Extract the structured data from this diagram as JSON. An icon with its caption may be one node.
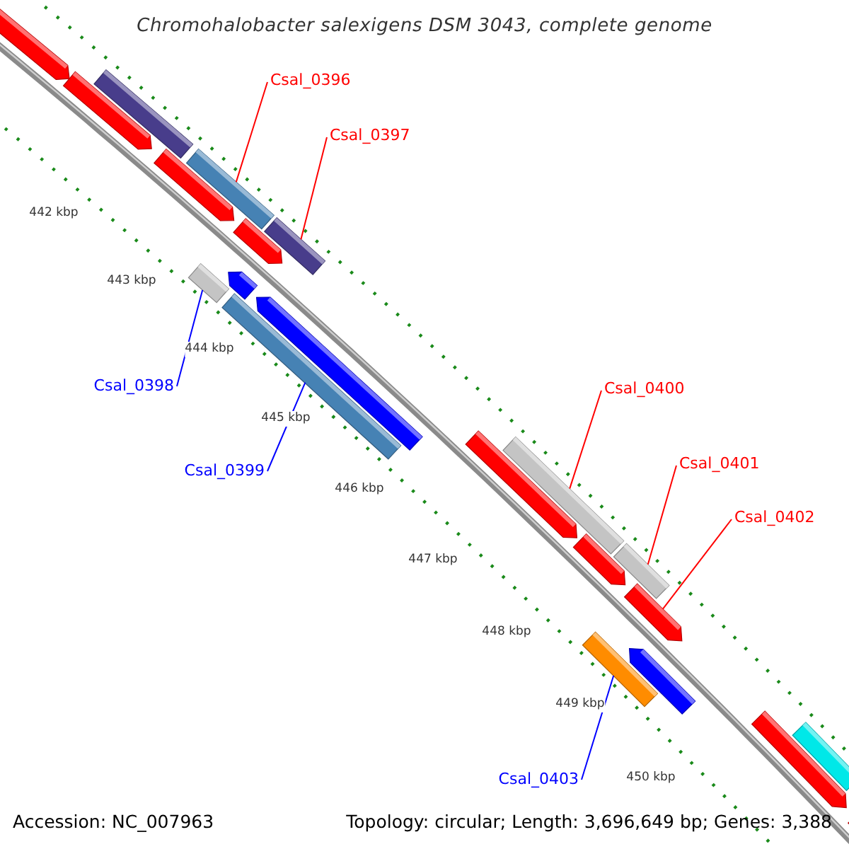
{
  "diagram": {
    "title": "Chromohalobacter salexigens DSM 3043, complete genome",
    "nodes": [
      {
        "text": [],
        "shape": "bar"
      },
      {
        "text": [],
        "shape": "bar"
      },
      {
        "text": [],
        "shape": "bar"
      },
      {
        "text": [],
        "shape": "bar"
      },
      {
        "text": [],
        "shape": "bar"
      },
      {
        "text": [],
        "shape": "bar"
      },
      {
        "text": [],
        "shape": "bar"
      },
      {
        "text": [],
        "shape": "bar"
      },
      {
        "text": [],
        "shape": "bar"
      },
      {
        "text": [],
        "shape": "bar"
      },
      {
        "text": [],
        "shape": "bar"
      },
      {
        "text": [],
        "shape": "bar"
      },
      {
        "text": [],
        "shape": "bar"
      },
      {
        "text": [],
        "shape": "bar"
      },
      {
        "text": [],
        "shape": "bar"
      },
      {
        "text": [],
        "shape": "bar"
      },
      {
        "text": [],
        "shape": "bar"
      },
      {
        "text": [],
        "shape": "bar"
      },
      {
        "text": [],
        "shape": "bar"
      },
      {
        "text": [],
        "shape": "bar"
      },
      {
        "text": [],
        "shape": "bar"
      },
      {
        "text": [
          "Csal_0396"
        ]
      },
      {
        "text": [
          "Csal_0397"
        ]
      },
      {
        "text": [
          "Csal_0398"
        ]
      },
      {
        "text": [
          "Csal_0399"
        ]
      },
      {
        "text": [
          "Csal_0400"
        ]
      },
      {
        "text": [
          "Csal_0401"
        ]
      },
      {
        "text": [
          "Csal_0402"
        ]
      },
      {
        "text": [
          "Csal_0403"
        ]
      }
    ],
    "edges": [
      {
        "from": 21,
        "to": 4,
        "arrow": "none"
      },
      {
        "from": 22,
        "to": 7,
        "arrow": "none"
      },
      {
        "from": 23,
        "to": 6,
        "arrow": "none",
        "color": "#0000ff"
      },
      {
        "from": 24,
        "to": 9,
        "arrow": "none",
        "color": "#0000ff"
      },
      {
        "from": 25,
        "to": 12,
        "arrow": "none"
      },
      {
        "from": 26,
        "to": 14,
        "arrow": "none"
      },
      {
        "from": 27,
        "to": 15,
        "arrow": "none"
      },
      {
        "from": 28,
        "to": 16,
        "arrow": "none",
        "color": "#0000ff"
      }
    ],
    "labels": [
      "442 kbp",
      "443 kbp",
      "444 kbp",
      "445 kbp",
      "446 kbp",
      "447 kbp",
      "448 kbp",
      "449 kbp",
      "450 kbp",
      "Accession: NC_007963",
      "Topology: circular; Length: 3,696,649 bp; Genes: 3,388"
    ]
  }
}
